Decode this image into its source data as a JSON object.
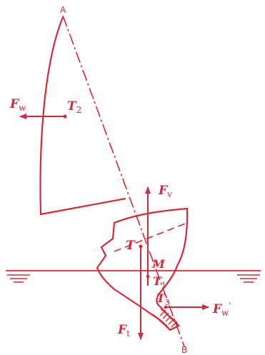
{
  "diagram": {
    "color": "#d62a3a",
    "points": {
      "A": "A",
      "B": "B"
    },
    "labels": {
      "fw_main": "F",
      "fw_main_sub": "w",
      "t2": "T",
      "t2_sub": "2",
      "fv": "F",
      "fv_sub": "v",
      "t": "T",
      "m": "M",
      "t1": "T",
      "t1_sub": "1",
      "t3": "T",
      "t3_sub": "3",
      "fw_keel": "F",
      "fw_keel_sub": "w",
      "fw_keel_prime": "'",
      "ft": "F",
      "ft_sub": "t"
    }
  }
}
